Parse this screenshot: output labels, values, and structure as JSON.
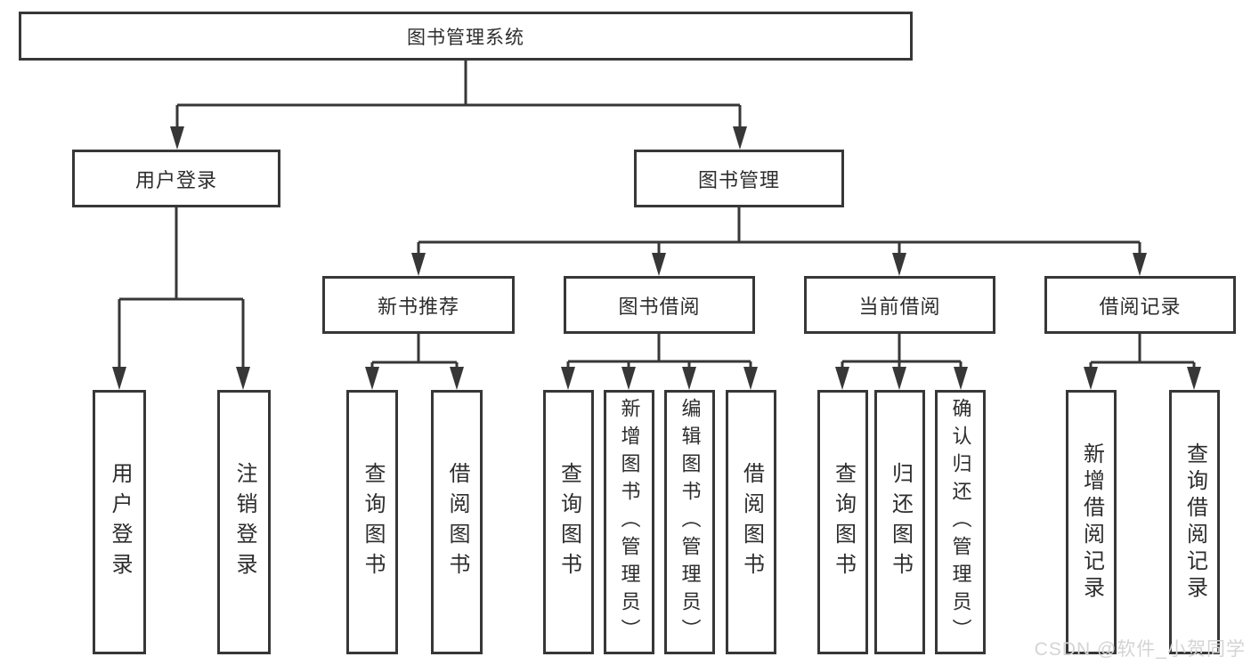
{
  "tree": {
    "label": "图书管理系统",
    "children": [
      {
        "label": "用户登录",
        "children": [
          {
            "label": "用户登录"
          },
          {
            "label": "注销登录"
          }
        ]
      },
      {
        "label": "图书管理",
        "children": [
          {
            "label": "新书推荐",
            "children": [
              {
                "label": "查询图书"
              },
              {
                "label": "借阅图书"
              }
            ]
          },
          {
            "label": "图书借阅",
            "children": [
              {
                "label": "查询图书"
              },
              {
                "label": "新增图书（管理员）"
              },
              {
                "label": "编辑图书（管理员）"
              },
              {
                "label": "借阅图书"
              }
            ]
          },
          {
            "label": "当前借阅",
            "children": [
              {
                "label": "查询图书"
              },
              {
                "label": "归还图书"
              },
              {
                "label": "确认归还（管理员）"
              }
            ]
          },
          {
            "label": "借阅记录",
            "children": [
              {
                "label": "新增借阅记录"
              },
              {
                "label": "查询借阅记录"
              }
            ]
          }
        ]
      }
    ]
  },
  "watermark": {
    "text": "CSDN @软件_小贺同学"
  },
  "colors": {
    "line": "#373737",
    "box_border": "#373737",
    "text": "#2d2d2d",
    "watermark": "#d4d4d4",
    "background": "#ffffff"
  }
}
